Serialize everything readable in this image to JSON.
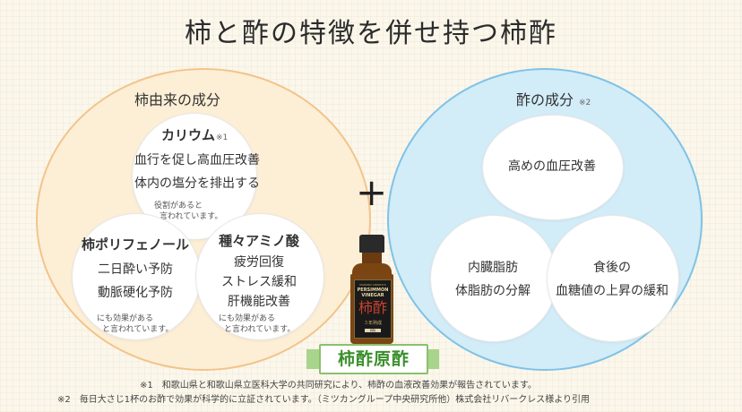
{
  "title": "柿と酢の特徴を併せ持つ柿酢",
  "left_group": {
    "caption": "柿由来の成分",
    "kalium": {
      "name": "カリウム",
      "mark": "※1",
      "effect1": "血行を促し高血圧改善",
      "effect2": "体内の塩分を排出する",
      "note1": "役割があると",
      "note2": "言われています。"
    },
    "polyphenol": {
      "name": "柿ポリフェノール",
      "effect1": "二日酔い予防",
      "effect2": "動脈硬化予防",
      "note1": "にも効果がある",
      "note2": "と言われています。"
    },
    "amino": {
      "name": "種々アミノ酸",
      "effect1": "疲労回復",
      "effect2": "ストレス緩和",
      "effect3": "肝機能改善",
      "note1": "にも効果がある",
      "note2": "と言われています。"
    }
  },
  "right_group": {
    "caption": "酢の成分",
    "mark": "※2",
    "bp": {
      "text": "高めの血圧改善"
    },
    "fat": {
      "line1": "内臓脂肪",
      "line2": "体脂肪の分解"
    },
    "sugar": {
      "line1": "食後の",
      "line2": "血糖値の上昇の緩和"
    }
  },
  "plus": "+",
  "bottle": {
    "label_small": "MARUNO YAMATO'S",
    "label_line1": "PERSIMMON",
    "label_line2": "VINEGAR",
    "label_kanji": "柿酢",
    "label_sub": "３年熟成",
    "label_tag": "柿酢"
  },
  "banner": "柿酢原酢",
  "footnotes": {
    "n1": "※1　和歌山県と和歌山県立医科大学の共同研究により、柿酢の血液改善効果が報告されています。",
    "n2": "※2　毎日大さじ1杯のお酢で効果が科学的に立証されています。（ミツカングループ中央研究所他）株式会社リバークレス様より引用"
  },
  "colors": {
    "left_fill": "#fdeed6",
    "left_border": "#f2c48a",
    "right_fill": "#d2ecf8",
    "right_border": "#7fc2e6",
    "banner_green": "#3a8f2c"
  }
}
